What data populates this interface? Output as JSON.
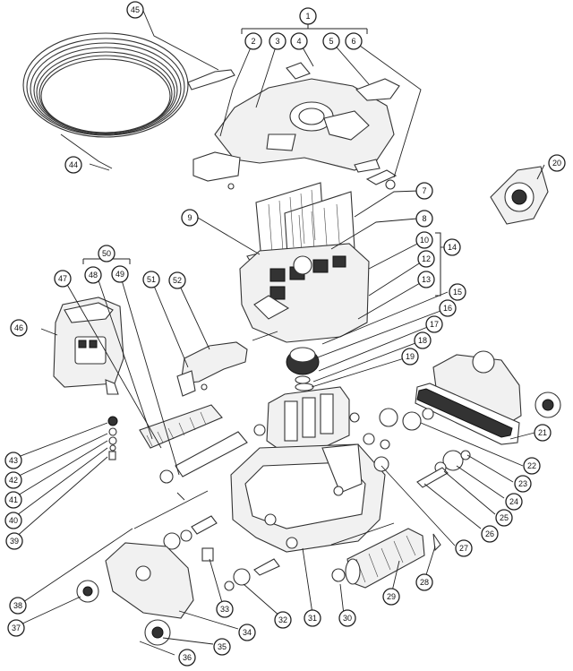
{
  "callouts": [
    {
      "label": "1"
    },
    {
      "label": "2"
    },
    {
      "label": "3"
    },
    {
      "label": "4"
    },
    {
      "label": "5"
    },
    {
      "label": "6"
    },
    {
      "label": "7"
    },
    {
      "label": "8"
    },
    {
      "label": "9"
    },
    {
      "label": "10"
    },
    {
      "label": "12"
    },
    {
      "label": "13"
    },
    {
      "label": "14"
    },
    {
      "label": "15"
    },
    {
      "label": "16"
    },
    {
      "label": "17"
    },
    {
      "label": "18"
    },
    {
      "label": "19"
    },
    {
      "label": "20"
    },
    {
      "label": "21"
    },
    {
      "label": "22"
    },
    {
      "label": "23"
    },
    {
      "label": "24"
    },
    {
      "label": "25"
    },
    {
      "label": "26"
    },
    {
      "label": "27"
    },
    {
      "label": "28"
    },
    {
      "label": "29"
    },
    {
      "label": "30"
    },
    {
      "label": "31"
    },
    {
      "label": "32"
    },
    {
      "label": "33"
    },
    {
      "label": "34"
    },
    {
      "label": "35"
    },
    {
      "label": "36"
    },
    {
      "label": "37"
    },
    {
      "label": "38"
    },
    {
      "label": "39"
    },
    {
      "label": "40"
    },
    {
      "label": "41"
    },
    {
      "label": "42"
    },
    {
      "label": "43"
    },
    {
      "label": "44"
    },
    {
      "label": "45"
    },
    {
      "label": "46"
    },
    {
      "label": "47"
    },
    {
      "label": "48"
    },
    {
      "label": "49"
    },
    {
      "label": "50"
    },
    {
      "label": "51"
    },
    {
      "label": "52"
    }
  ]
}
